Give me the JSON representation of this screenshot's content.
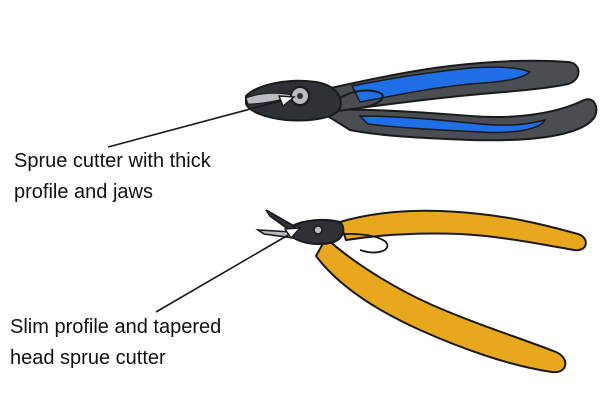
{
  "labels": {
    "thick_cutter": {
      "line1": "Sprue cutter with thick",
      "line2": "profile and jaws"
    },
    "slim_cutter": {
      "line1": "Slim profile and tapered",
      "line2": "head sprue cutter"
    }
  },
  "colors": {
    "blue_grip": "#1f6fe6",
    "dark_grip": "#4a4d52",
    "yellow_grip": "#e8a81e",
    "metal_dark": "#2e3136",
    "metal_light": "#b9bcc0",
    "outline": "#1a1a1a"
  }
}
